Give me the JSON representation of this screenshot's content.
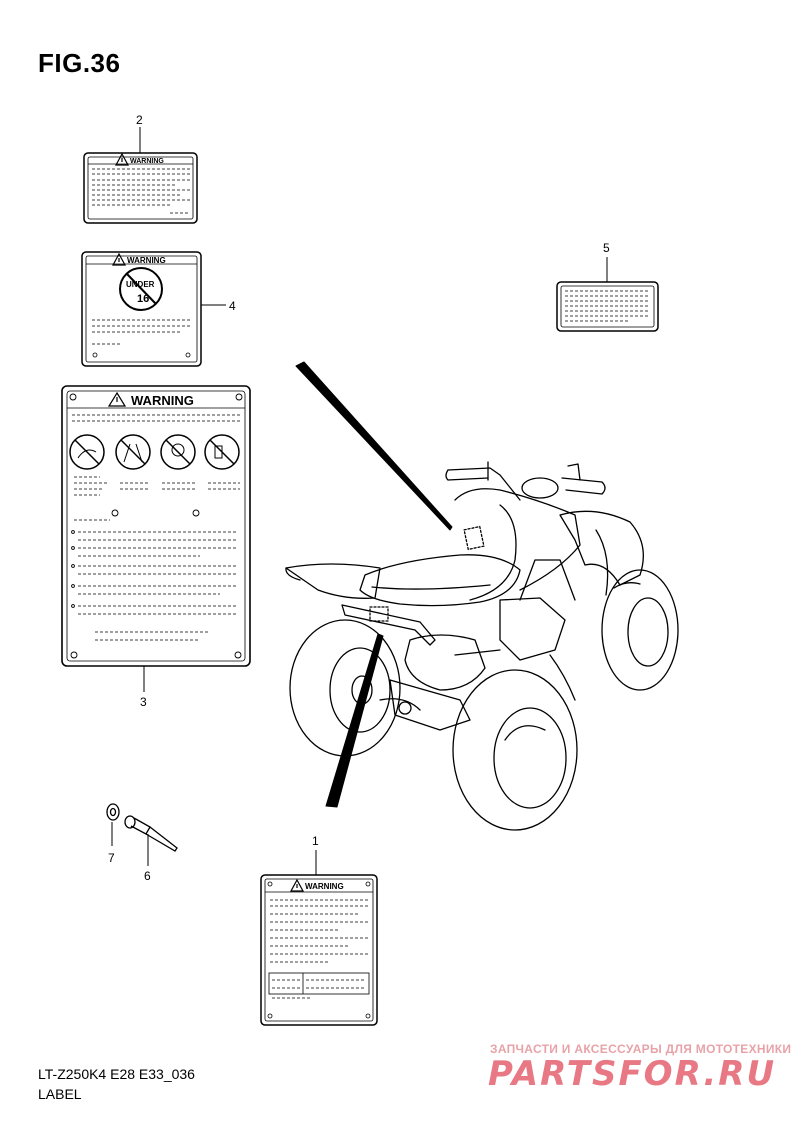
{
  "header": {
    "fig_title": "FIG.36"
  },
  "callouts": {
    "c1": "1",
    "c2": "2",
    "c3": "3",
    "c4": "4",
    "c5": "5",
    "c6": "6",
    "c7": "7"
  },
  "labels": {
    "warning_word": "WARNING",
    "under_text": "UNDER",
    "age_text": "16"
  },
  "footer": {
    "model_code": "LT-Z250K4 E28 E33_036",
    "caption": "LABEL"
  },
  "watermark": {
    "tagline": "ЗАПЧАСТИ И АКСЕССУАРЫ ДЛЯ МОТОТЕХНИКИ",
    "logo": "PARTSFOR.RU"
  },
  "icons": [
    "warning-triangle-icon",
    "no-passenger-icon",
    "no-road-riding-icon",
    "no-helmet-less-icon",
    "no-drugs-alcohol-icon"
  ]
}
